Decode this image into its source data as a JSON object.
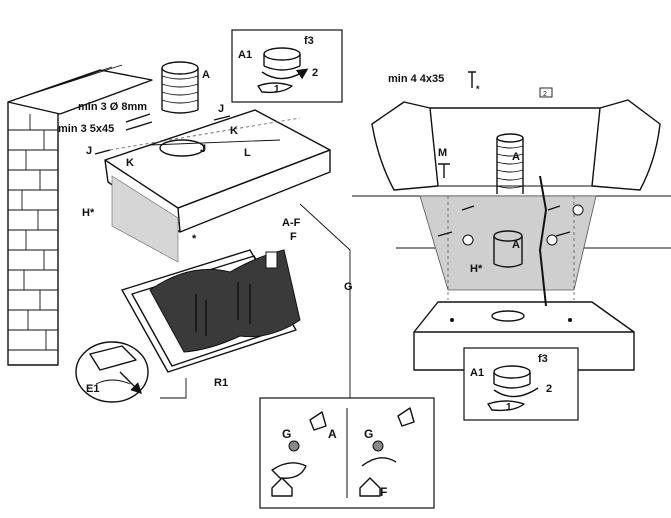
{
  "diagram": {
    "left_labels": {
      "a_top": "A",
      "min_dowel": "min 3 Ø 8mm",
      "min_screw": "min 3 5x45",
      "j_top": "J",
      "k_right": "K",
      "j_left": "J",
      "k_left": "K",
      "j_mid": "J",
      "l": "L",
      "h": "H*",
      "star": "*",
      "a_f": "A-F",
      "f": "F",
      "g": "G",
      "e1": "E1",
      "r1": "R1"
    },
    "inset_top": {
      "a1": "A1",
      "f3": "f3",
      "two": "2",
      "one": "1"
    },
    "right_labels": {
      "min_screw": "min 4 4x35",
      "star": "*",
      "box": "2",
      "m": "M",
      "a_upper": "A",
      "a_lower": "A",
      "h": "H*"
    },
    "inset_right": {
      "a1": "A1",
      "f3": "f3",
      "two": "2",
      "one": "1"
    },
    "inset_bottom": {
      "g_left": "G",
      "a": "A",
      "g_right": "G",
      "f": "F"
    }
  }
}
